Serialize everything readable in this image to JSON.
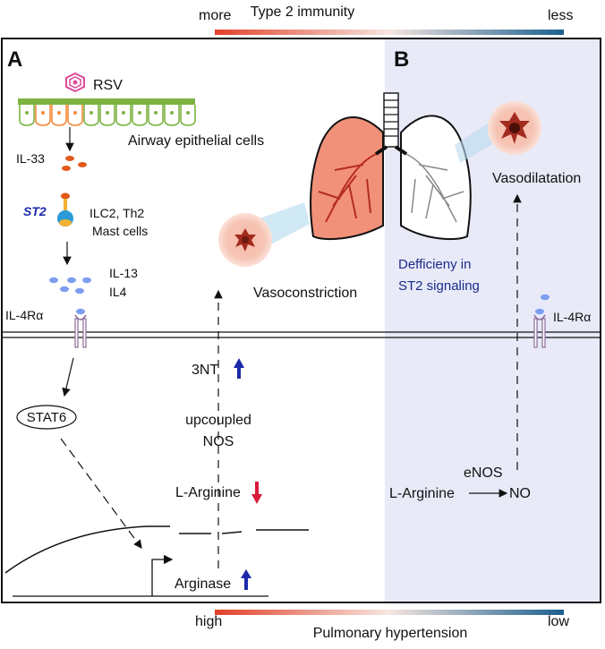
{
  "top_scale": {
    "title": "Type 2 immunity",
    "left_label": "more",
    "right_label": "less"
  },
  "bottom_scale": {
    "title": "Pulmonary hypertension",
    "left_label": "high",
    "right_label": "low"
  },
  "panel_a": {
    "letter": "A",
    "virus": "RSV",
    "epithelium": "Airway epithelial cells",
    "cytokine_1": "IL-33",
    "receptor": "ST2",
    "cell_types_line1": "ILC2, Th2",
    "cell_types_line2": "Mast cells",
    "cytokine_2_line1": "IL-13",
    "cytokine_2_line2": "IL4",
    "il4ra": "IL-4Rα",
    "stat6": "STAT6",
    "nitrotyrosine": "3NT",
    "uncoupled_line1": "upcoupled",
    "uncoupled_line2": "NOS",
    "l_arginine": "L-Arginine",
    "arginase": "Arginase",
    "vasoconstriction": "Vasoconstriction"
  },
  "panel_b": {
    "letter": "B",
    "deficiency_line1": "Defficieny in",
    "deficiency_line2": "ST2 signaling",
    "vasodilatation": "Vasodilatation",
    "il4ra": "IL-4Rα",
    "enos": "eNOS",
    "l_arginine": "L-Arginine",
    "no": "NO"
  },
  "colors": {
    "scale_high": "#e2412a",
    "scale_low": "#1a5f8e",
    "panel_b_bg": "#e8eaf8",
    "lung_left": "#f2917a",
    "epithelium": "#7cb342",
    "epithelium_highlight": "#f28a3c",
    "up_arrow": "#1a2aa8",
    "down_arrow": "#d81b3c",
    "deficiency_text": "#1a2a8a"
  }
}
